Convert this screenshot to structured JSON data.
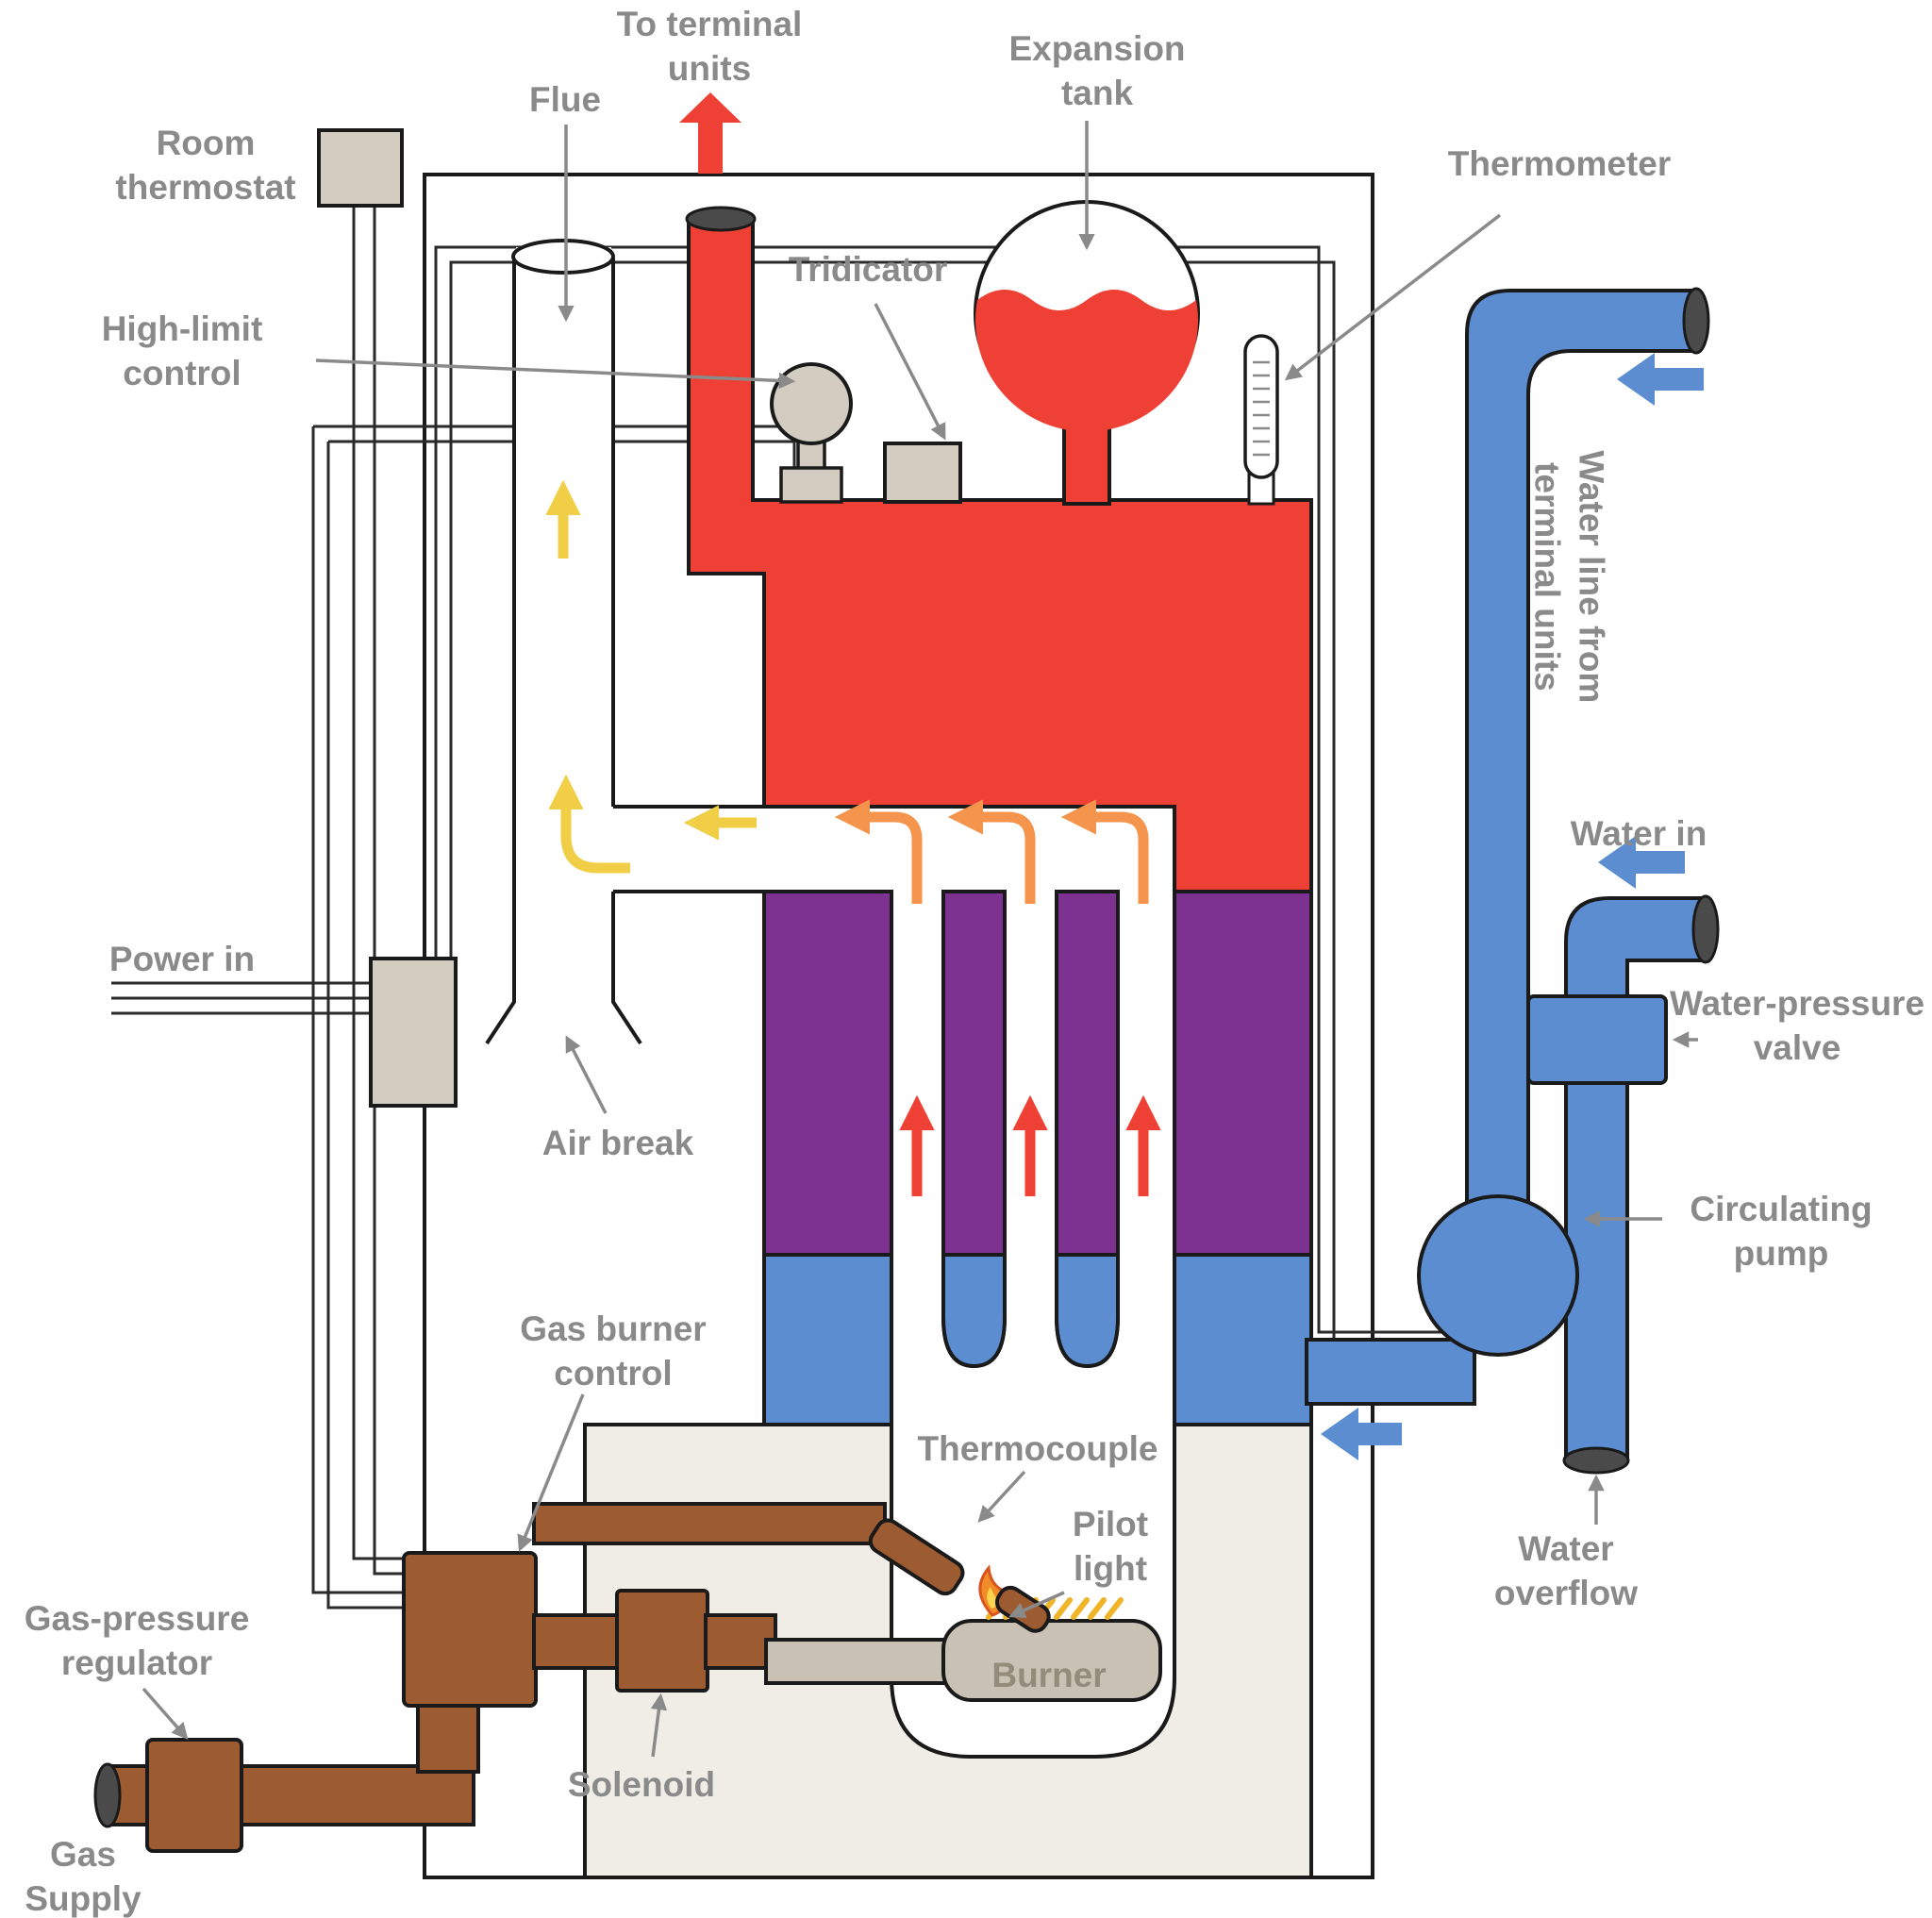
{
  "labels": {
    "room_thermostat": "Room\nthermostat",
    "flue": "Flue",
    "to_terminal_units": "To terminal\nunits",
    "expansion_tank": "Expansion\ntank",
    "thermometer": "Thermometer",
    "tridicator": "Tridicator",
    "high_limit_control": "High-limit\ncontrol",
    "water_line_from_terminal_units": "Water line from\nterminal units",
    "water_in": "Water in",
    "power_in": "Power in",
    "water_pressure_valve": "Water-pressure\nvalve",
    "air_break": "Air break",
    "circulating_pump": "Circulating\npump",
    "gas_burner_control": "Gas burner\ncontrol",
    "thermocouple": "Thermocouple",
    "pilot_light": "Pilot\nlight",
    "water_overflow": "Water\noverflow",
    "gas_pressure_regulator": "Gas-pressure\nregulator",
    "burner": "Burner",
    "solenoid": "Solenoid",
    "gas_supply": "Gas\nSupply"
  },
  "colors": {
    "hot_water_red": "#ee4035",
    "heat_exchanger_purple": "#7d3191",
    "water_blue": "#5b8dd0",
    "gas_pipe_brown": "#9d5b32",
    "component_gray": "#d2ccc1",
    "boiler_base_gray": "#efede6",
    "label_gray": "#8a8a8a",
    "flame_yellow": "#f0b429",
    "flue_arrow_yellow": "#f0cf46",
    "exhaust_arrow_orange": "#f5944d",
    "outline_black": "#1a1a1a"
  }
}
